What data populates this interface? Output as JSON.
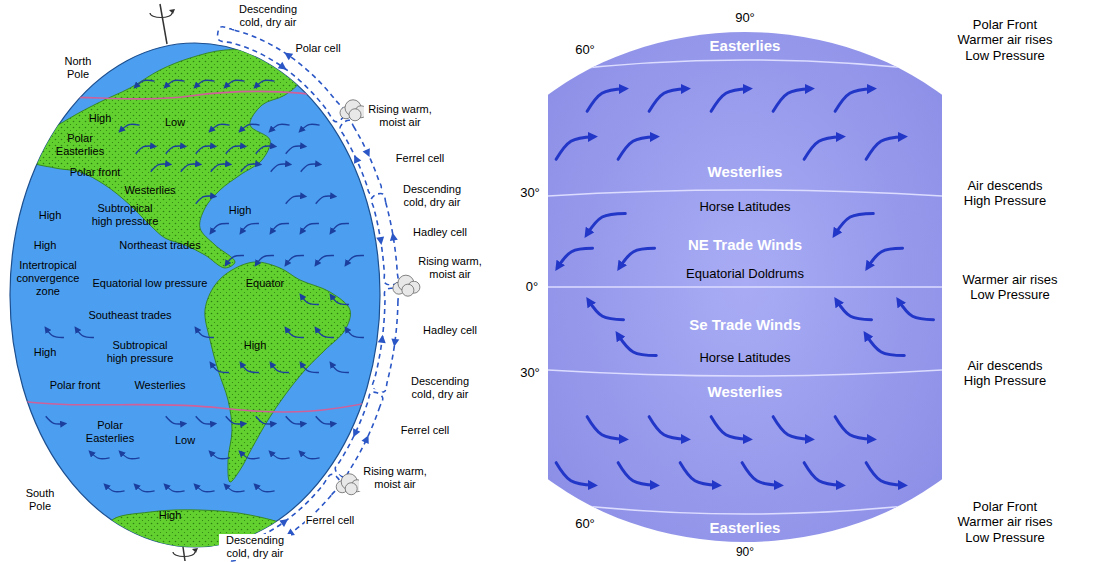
{
  "diagram": {
    "labels": [
      "Descending cold, dry air",
      "Polar cell",
      "North Pole",
      "High",
      "Rising warm, moist air",
      "Low",
      "Polar Easterlies",
      "Ferrel cell",
      "Polar front",
      "Descending cold, dry air",
      "Westerlies",
      "High",
      "Subtropical high pressure",
      "High",
      "Hadley cell",
      "High",
      "Northeast trades",
      "Rising warm, moist air",
      "Intertropical convergence zone",
      "Equatorial low pressure",
      "Equator",
      "Southeast trades",
      "Hadley cell",
      "High",
      "Subtropical high pressure",
      "High",
      "Descending cold, dry air",
      "Polar front",
      "Westerlies",
      "Polar Easterlies",
      "Low",
      "Ferrel cell",
      "Rising warm, moist air",
      "High",
      "South Pole",
      "Ferrel cell",
      "Descending cold, dry air",
      "90°",
      "60°",
      "Easterlies",
      "Polar Front Warmer air rises Low Pressure",
      "30°",
      "Westerlies",
      "Horse Latitudes",
      "Air descends High Pressure",
      "NE Trade Winds",
      "0°",
      "Equatorial Doldrums",
      "Warmer air rises Low Pressure",
      "Se Trade Winds",
      "Horse Latitudes",
      "30°",
      "Westerlies",
      "Air descends High Pressure",
      "60°",
      "Easterlies",
      "Polar Front Warmer air rises Low Pressure",
      "90°"
    ]
  }
}
